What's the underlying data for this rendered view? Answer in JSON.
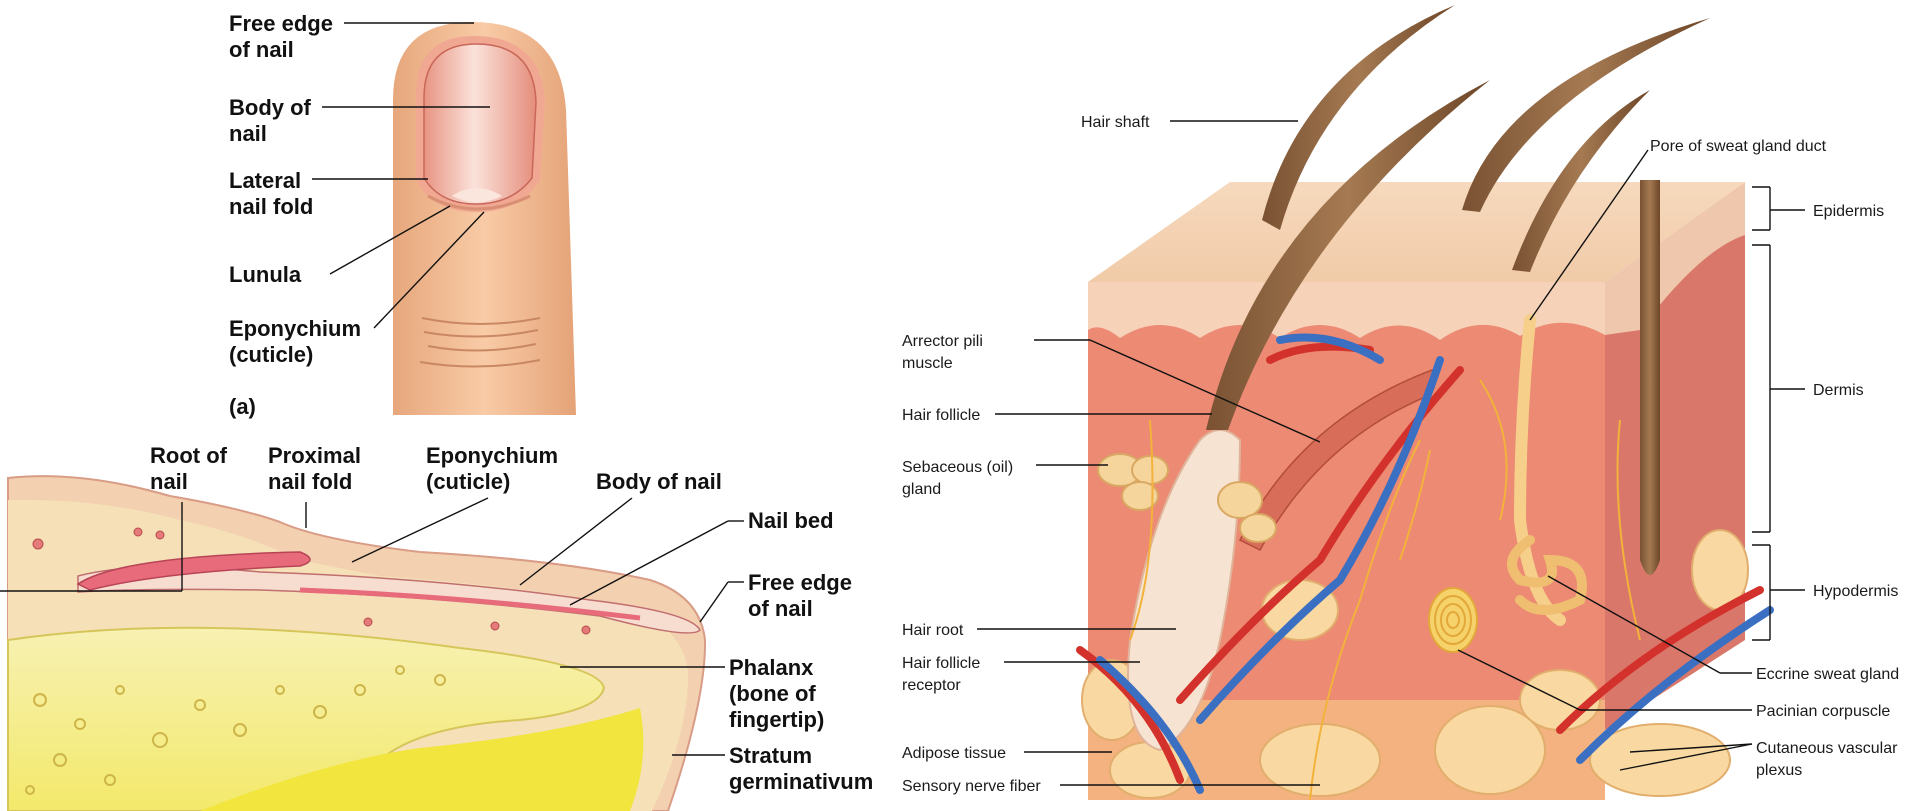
{
  "nail_top": {
    "labels": {
      "free_edge": [
        "Free edge",
        "of nail"
      ],
      "body": [
        "Body of",
        "nail"
      ],
      "lateral_fold": [
        "Lateral",
        "nail fold"
      ],
      "lunula": [
        "Lunula"
      ],
      "eponychium": [
        "Eponychium",
        "(cuticle)"
      ]
    },
    "panel_label": "(a)"
  },
  "nail_section": {
    "labels": {
      "root": [
        "Root of",
        "nail"
      ],
      "proximal_fold": [
        "Proximal",
        "nail fold"
      ],
      "eponychium": [
        "Eponychium",
        "(cuticle)"
      ],
      "body": [
        "Body of nail"
      ],
      "nail_bed": [
        "Nail bed"
      ],
      "free_edge": [
        "Free edge",
        "of nail"
      ],
      "phalanx": [
        "Phalanx",
        "(bone of",
        "fingertip)"
      ],
      "stratum": [
        "Stratum",
        "germinativum"
      ]
    }
  },
  "skin": {
    "labels": {
      "hair_shaft": [
        "Hair shaft"
      ],
      "pore": [
        "Pore of sweat gland duct"
      ],
      "arrector": [
        "Arrector pili",
        "muscle"
      ],
      "hair_follicle": [
        "Hair follicle"
      ],
      "sebaceous": [
        "Sebaceous (oil)",
        "gland"
      ],
      "hair_root": [
        "Hair root"
      ],
      "follicle_receptor": [
        "Hair follicle",
        "receptor"
      ],
      "adipose": [
        "Adipose tissue"
      ],
      "sensory": [
        "Sensory nerve fiber"
      ],
      "epidermis": [
        "Epidermis"
      ],
      "dermis": [
        "Dermis"
      ],
      "hypodermis": [
        "Hypodermis"
      ],
      "eccrine": [
        "Eccrine sweat gland"
      ],
      "pacinian": [
        "Pacinian corpuscle"
      ],
      "vascular": [
        "Cutaneous vascular",
        "plexus"
      ]
    }
  }
}
